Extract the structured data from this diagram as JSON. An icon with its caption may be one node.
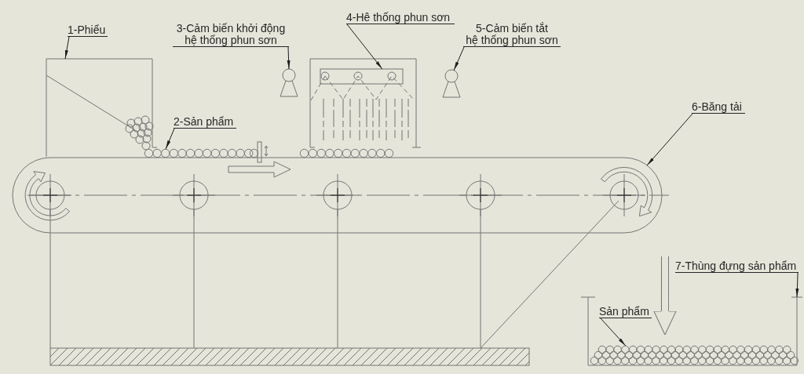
{
  "diagram": {
    "nodes": [
      {
        "text": [
          "1-Phiểu"
        ]
      },
      {
        "text": [],
        "shape": "box"
      },
      {
        "text": [
          "2-Sản phẩm"
        ]
      },
      {
        "text": [],
        "shape": "picture"
      },
      {
        "text": [
          "3-Cảm biến khởi động hệ thống phun sơn"
        ]
      },
      {
        "text": [],
        "shape": "picture"
      },
      {
        "text": [
          "4-Hê thống phun sơn"
        ]
      },
      {
        "text": [],
        "shape": "box"
      },
      {
        "text": [
          "5-Cảm biến tắt hệ thống phun sơn"
        ]
      },
      {
        "text": [],
        "shape": "picture"
      },
      {
        "text": [
          "6-Băng tải"
        ]
      },
      {
        "text": [],
        "shape": "picture"
      },
      {
        "text": [
          "7-Thùng đựng sản phẩm"
        ]
      },
      {
        "text": [],
        "shape": "box"
      },
      {
        "text": [
          "Sản phẩm"
        ],
        "in": 13
      },
      {
        "text": [],
        "shape": "picture",
        "in": 13
      },
      {
        "text": [],
        "shape": "picture"
      }
    ],
    "edges": [
      {
        "from": 0,
        "to": 1,
        "arrow": "to"
      },
      {
        "from": 2,
        "to": 3,
        "arrow": "to"
      },
      {
        "from": 4,
        "to": 5,
        "arrow": "to"
      },
      {
        "from": 6,
        "to": 7,
        "arrow": "to"
      },
      {
        "from": 8,
        "to": 9,
        "arrow": "to"
      },
      {
        "from": 10,
        "to": 11,
        "arrow": "to"
      },
      {
        "from": 12,
        "to": 13,
        "arrow": "to"
      },
      {
        "from": 14,
        "to": 15,
        "arrow": "to"
      },
      {
        "from": null,
        "to": 13,
        "arrow": "to",
        "style": "thick",
        "color": "#757575"
      }
    ]
  }
}
